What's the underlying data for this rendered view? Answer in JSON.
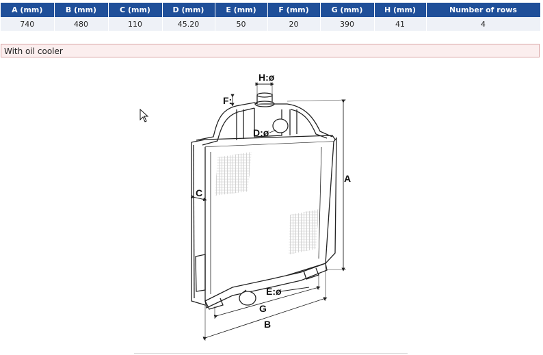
{
  "spec_table": {
    "headers": [
      "A (mm)",
      "B (mm)",
      "C (mm)",
      "D (mm)",
      "E (mm)",
      "F (mm)",
      "G (mm)",
      "H (mm)",
      "Number of rows"
    ],
    "row": [
      "740",
      "480",
      "110",
      "45.20",
      "50",
      "20",
      "390",
      "41",
      "4"
    ]
  },
  "note": "With oil cooler",
  "diagram": {
    "labels": {
      "a": "A",
      "b": "B",
      "c": "C",
      "d": "D:ø",
      "e": "E:ø",
      "f": "F:",
      "g": "G",
      "h": "H:ø"
    }
  },
  "colors": {
    "header_bg": "#1f4f99",
    "row_bg": "#eef1f7",
    "note_bg": "#fbeeee",
    "note_border": "#d9a3a3"
  },
  "icons": [
    "mouse-cursor-icon"
  ]
}
